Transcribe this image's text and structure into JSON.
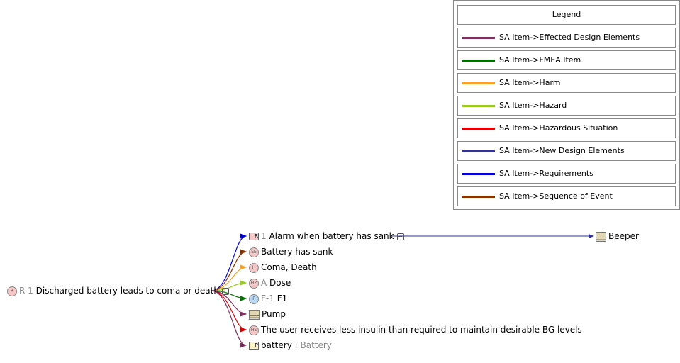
{
  "legend": {
    "title": "Legend",
    "items": [
      {
        "label": "SA Item->Effected Design Elements",
        "color": "#7f2f5f"
      },
      {
        "label": "SA Item->FMEA Item",
        "color": "#006f00"
      },
      {
        "label": "SA Item->Harm",
        "color": "#ffa020"
      },
      {
        "label": "SA Item->Hazard",
        "color": "#99cc22"
      },
      {
        "label": "SA Item->Hazardous Situation",
        "color": "#e00000"
      },
      {
        "label": "SA Item->New Design Elements",
        "color": "#33338f"
      },
      {
        "label": "SA Item->Requirements",
        "color": "#0000dd"
      },
      {
        "label": "SA Item->Sequence of Event",
        "color": "#8b3300"
      }
    ]
  },
  "root": {
    "icon": "R",
    "id": "R-1",
    "label": "Discharged battery leads to coma or death"
  },
  "children": [
    {
      "icon": "R",
      "id": "1",
      "label": "Alarm when battery has sank",
      "color": "#0000dd"
    },
    {
      "icon": "SE",
      "id": "",
      "label": "Battery has sank",
      "color": "#8b3300"
    },
    {
      "icon": "H",
      "id": "",
      "label": "Coma, Death",
      "color": "#ffa020"
    },
    {
      "icon": "HZ",
      "id": "A",
      "label": "Dose",
      "color": "#99cc22"
    },
    {
      "icon": "F",
      "id": "F-1",
      "label": "F1",
      "color": "#006f00"
    },
    {
      "icon": "block",
      "id": "",
      "label": "Pump",
      "color": "#7f2f5f"
    },
    {
      "icon": "HS",
      "id": "",
      "label": "The user receives less insulin than required to maintain desirable BG levels",
      "color": "#e00000"
    },
    {
      "icon": "P",
      "id": "",
      "label": "battery",
      "type": ": Battery",
      "color": "#7f2f5f"
    }
  ],
  "beeper": {
    "label": "Beeper",
    "color": "#33338f"
  },
  "toggle": "⊟"
}
